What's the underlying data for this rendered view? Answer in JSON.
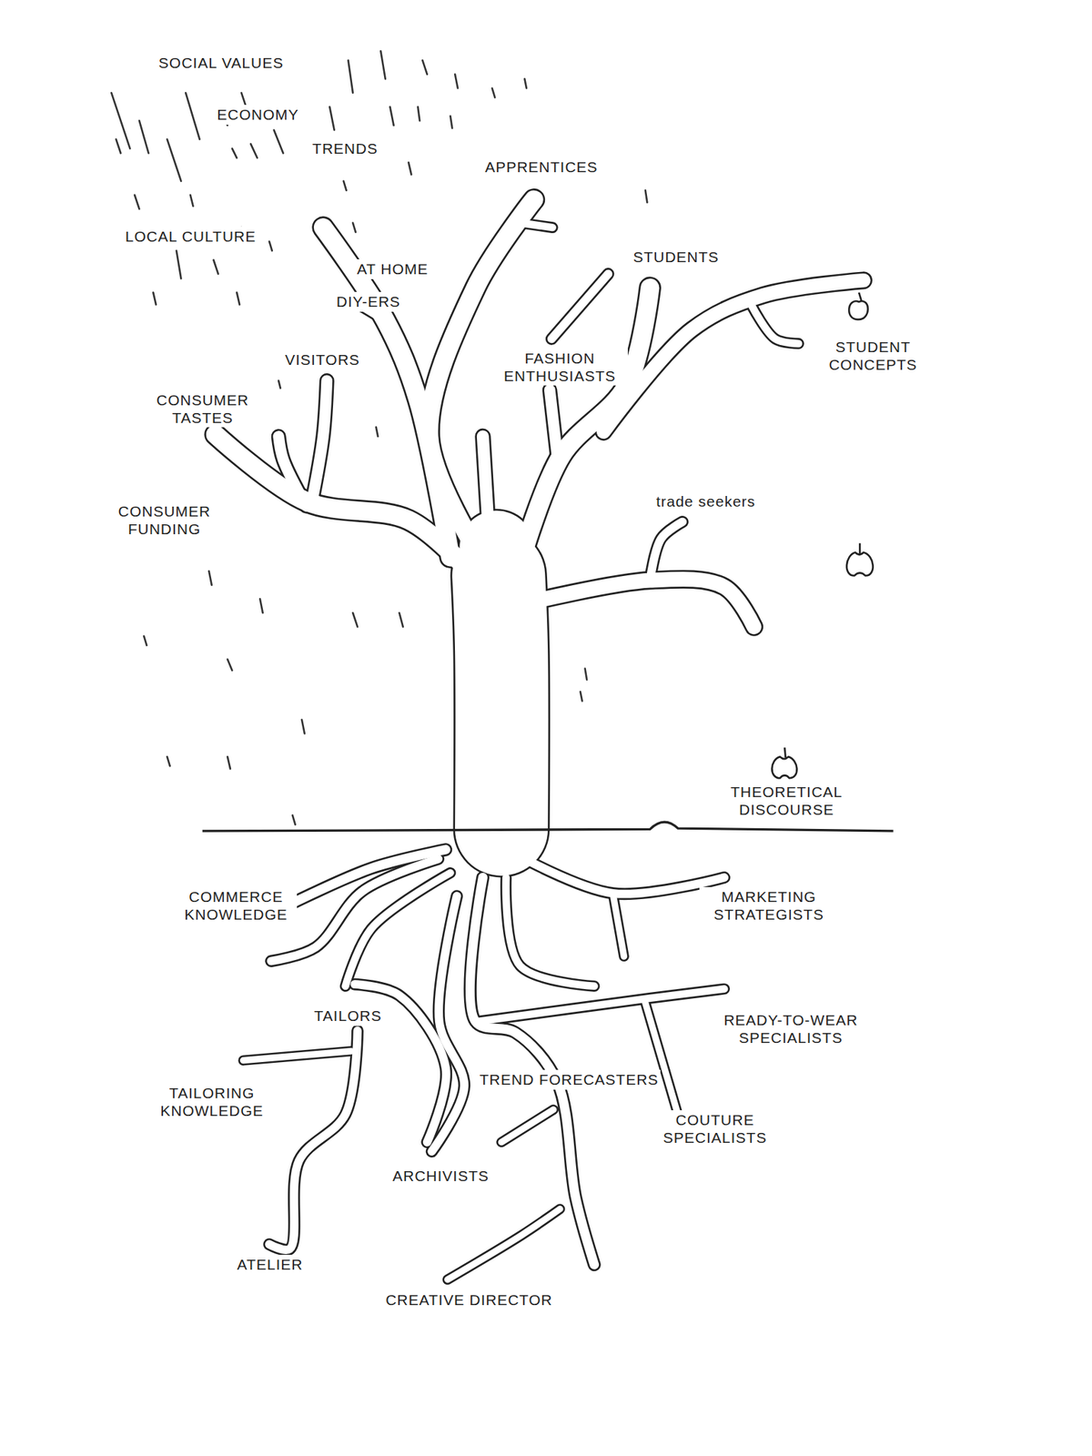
{
  "diagram": {
    "labels": [
      "SOCIAL VALUES",
      "ECONOMY",
      "TRENDS",
      "APPRENTICES",
      "LOCAL CULTURE",
      "AT HOME",
      "STUDENTS",
      "DIY-ERS",
      "STUDENT CONCEPTS",
      "VISITORS",
      "FASHION ENTHUSIASTS",
      "CONSUMER TASTES",
      "trade seekers",
      "CONSUMER FUNDING",
      "THEORETICAL DISCOURSE",
      "COMMERCE KNOWLEDGE",
      "MARKETING STRATEGISTS",
      "TAILORS",
      "READY-TO-WEAR SPECIALISTS",
      "TAILORING KNOWLEDGE",
      "TREND FORECASTERS",
      "COUTURE SPECIALISTS",
      "ARCHIVISTS",
      "ATELIER",
      "CREATIVE DIRECTOR"
    ]
  }
}
